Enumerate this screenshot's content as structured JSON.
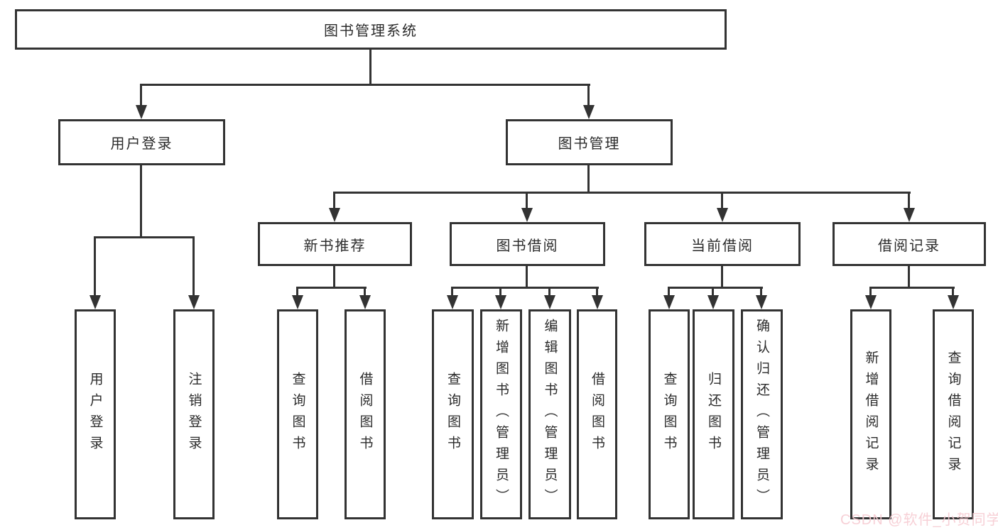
{
  "title": "图书管理系统",
  "colors": {
    "line": "#333333",
    "box_background": "#ffffff",
    "text": "#2b2b2b",
    "watermark": "rgba(246,203,209,0.9)"
  },
  "nodes": {
    "root": {
      "label": "图书管理系统"
    },
    "user_login": {
      "label": "用户登录"
    },
    "book_management": {
      "label": "图书管理"
    },
    "new_book_recommend": {
      "label": "新书推荐"
    },
    "book_borrowing": {
      "label": "图书借阅"
    },
    "current_borrowing": {
      "label": "当前借阅"
    },
    "borrowing_records": {
      "label": "借阅记录"
    },
    "user_login_leaf": {
      "label": "用户登录"
    },
    "logout_leaf": {
      "label": "注销登录"
    },
    "query_books_recommend": {
      "label": "查询图书"
    },
    "borrow_books_recommend": {
      "label": "借阅图书"
    },
    "query_books_borrowing": {
      "label": "查询图书"
    },
    "add_books_admin": {
      "label": "新增图书（管理员）"
    },
    "edit_books_admin": {
      "label": "编辑图书（管理员）"
    },
    "borrow_books_borrowing": {
      "label": "借阅图书"
    },
    "query_books_current": {
      "label": "查询图书"
    },
    "return_books": {
      "label": "归还图书"
    },
    "confirm_return_admin": {
      "label": "确认归还（管理员）"
    },
    "add_borrow_record": {
      "label": "新增借阅记录"
    },
    "query_borrow_record": {
      "label": "查询借阅记录"
    }
  },
  "hierarchy": {
    "图书管理系统": {
      "用户登录": [
        "用户登录",
        "注销登录"
      ],
      "图书管理": {
        "新书推荐": [
          "查询图书",
          "借阅图书"
        ],
        "图书借阅": [
          "查询图书",
          "新增图书（管理员）",
          "编辑图书（管理员）",
          "借阅图书"
        ],
        "当前借阅": [
          "查询图书",
          "归还图书",
          "确认归还（管理员）"
        ],
        "借阅记录": [
          "新增借阅记录",
          "查询借阅记录"
        ]
      }
    }
  },
  "watermark": {
    "text": "CSDN @软件_小贺同学"
  }
}
